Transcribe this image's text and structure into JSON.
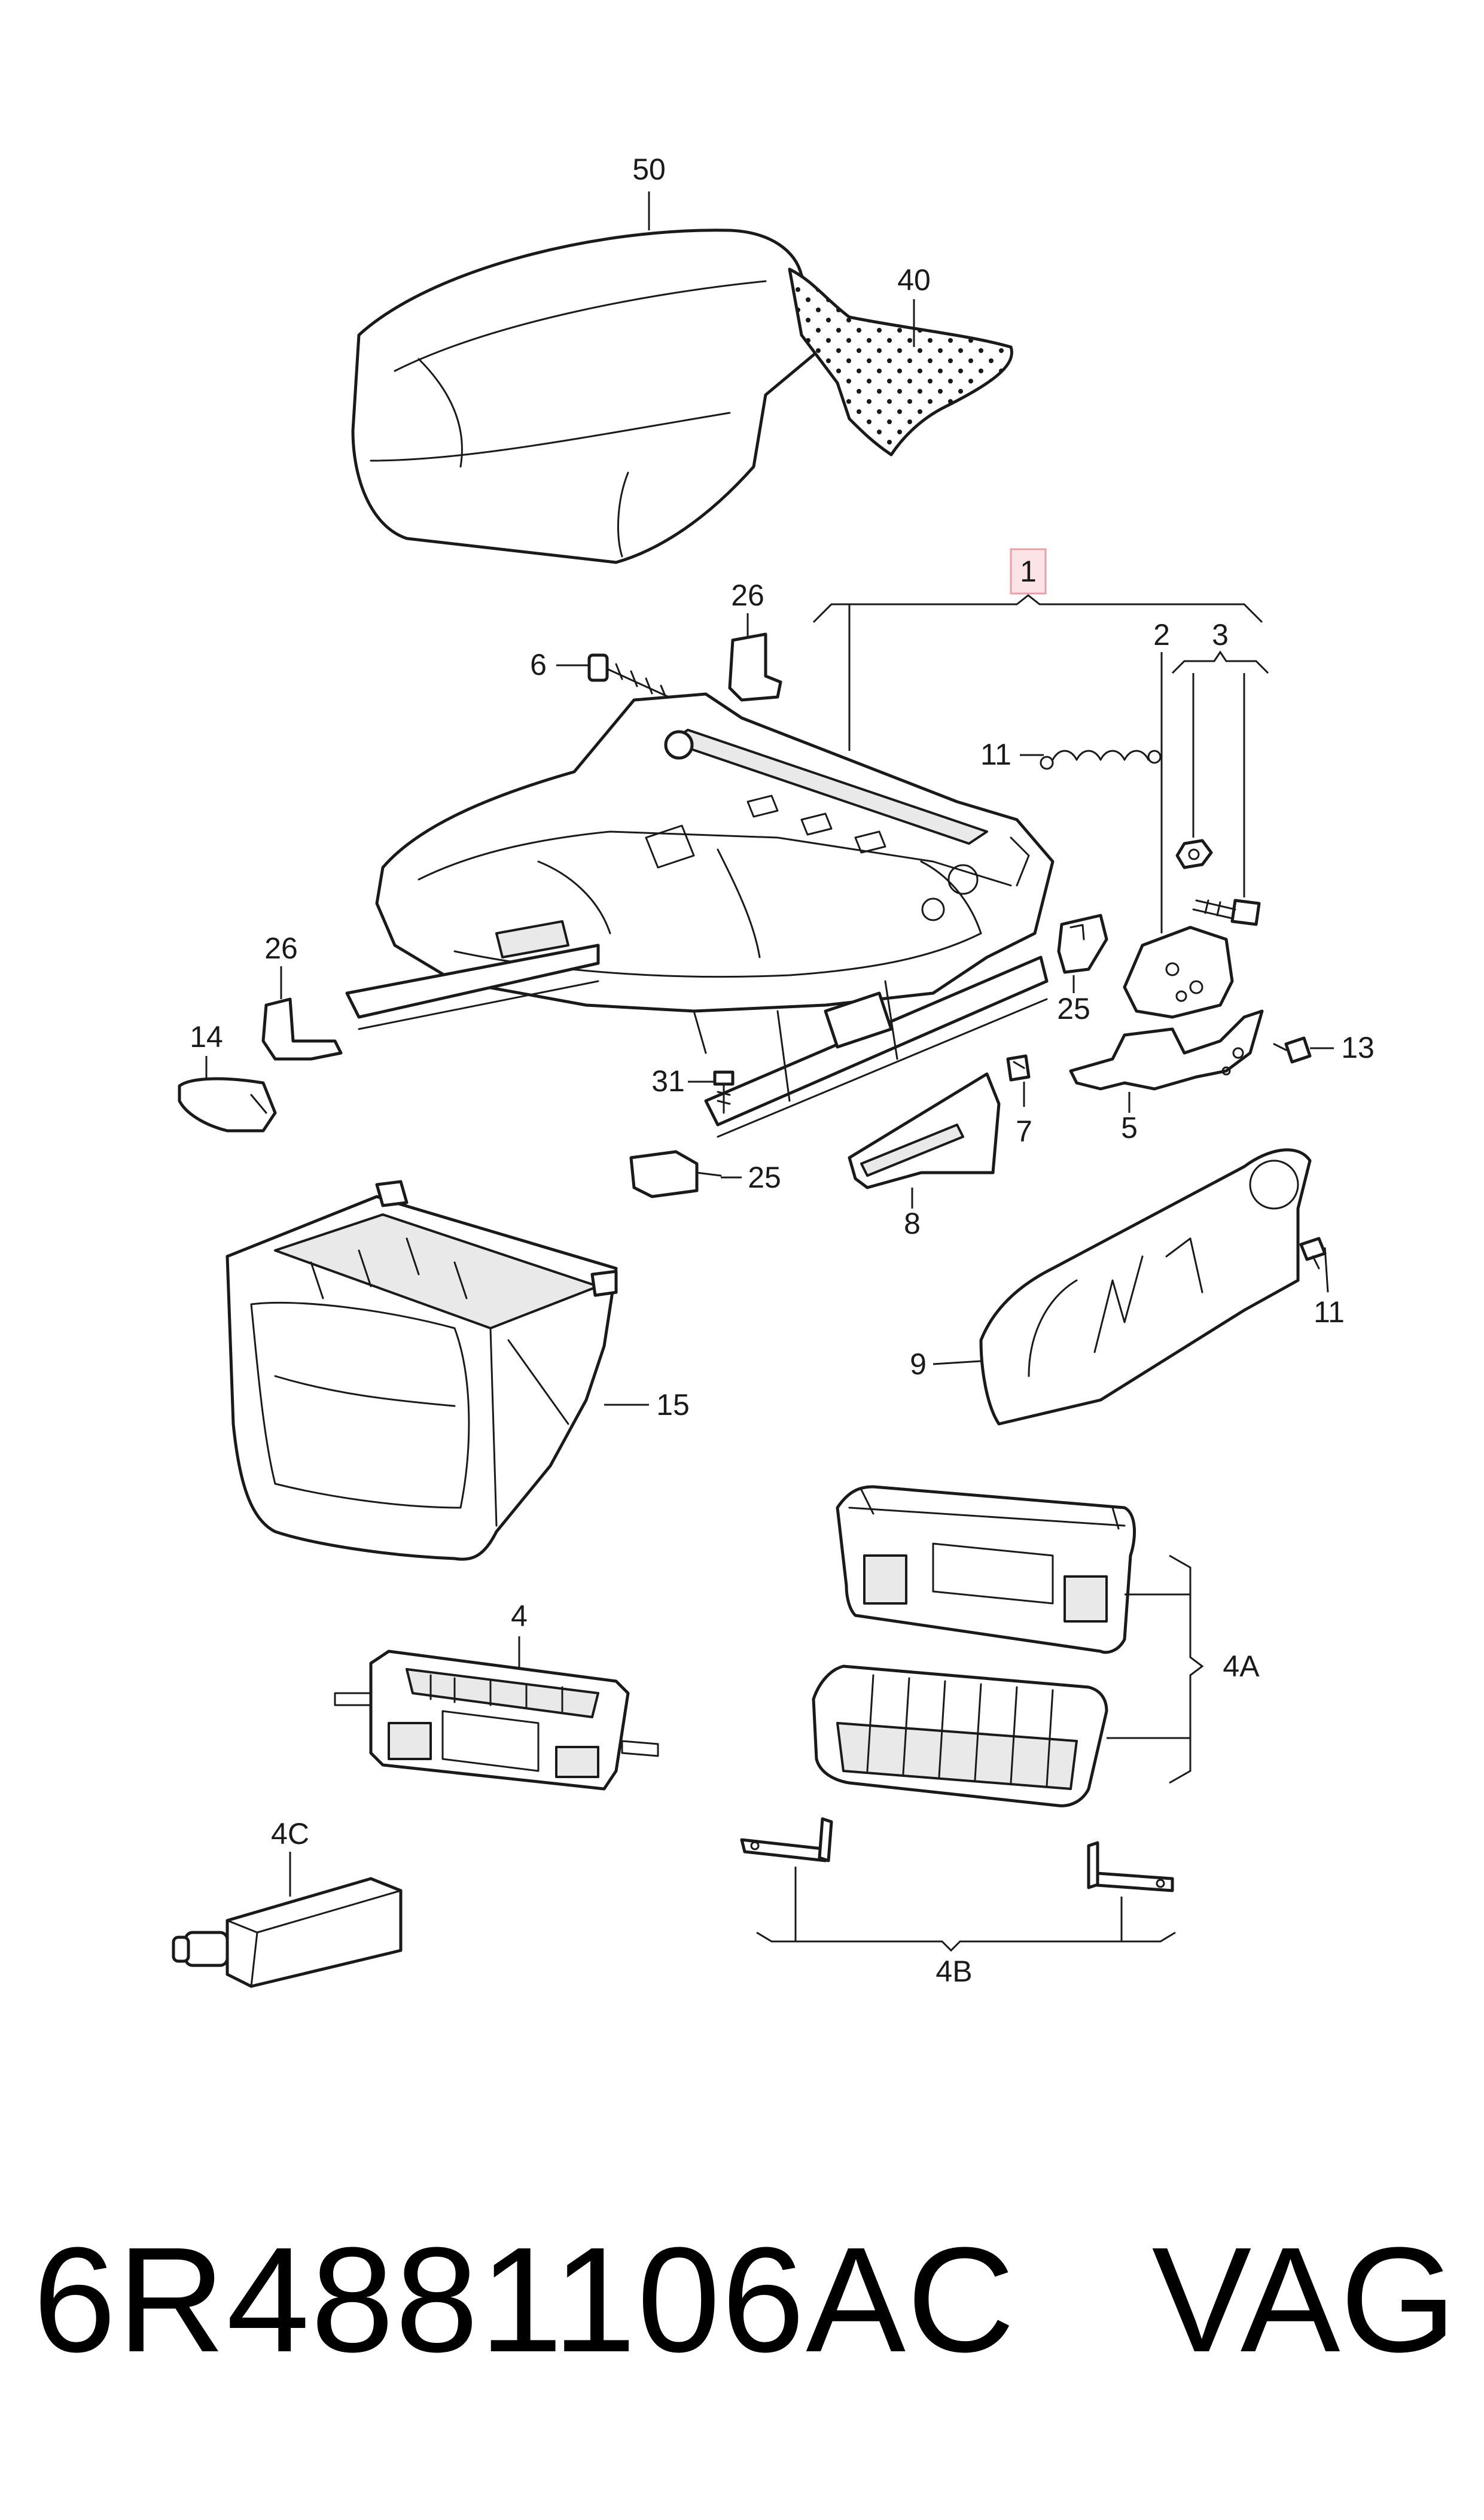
{
  "callouts": {
    "c50": "50",
    "c40": "40",
    "c1": "1",
    "c26a": "26",
    "c6": "6",
    "c2": "2",
    "c3": "3",
    "c11a": "11",
    "c26b": "26",
    "c14": "14",
    "c25a": "25",
    "c13": "13",
    "c31": "31",
    "c7": "7",
    "c5": "5",
    "c25b": "25",
    "c8": "8",
    "c11b": "11",
    "c9": "9",
    "c15": "15",
    "c4": "4",
    "c4A": "4A",
    "c4C": "4C",
    "c4B": "4B"
  },
  "highlight_color": "#e8a0a8",
  "footer": {
    "part_number": "6R4881106AC",
    "brand": "VAG"
  }
}
